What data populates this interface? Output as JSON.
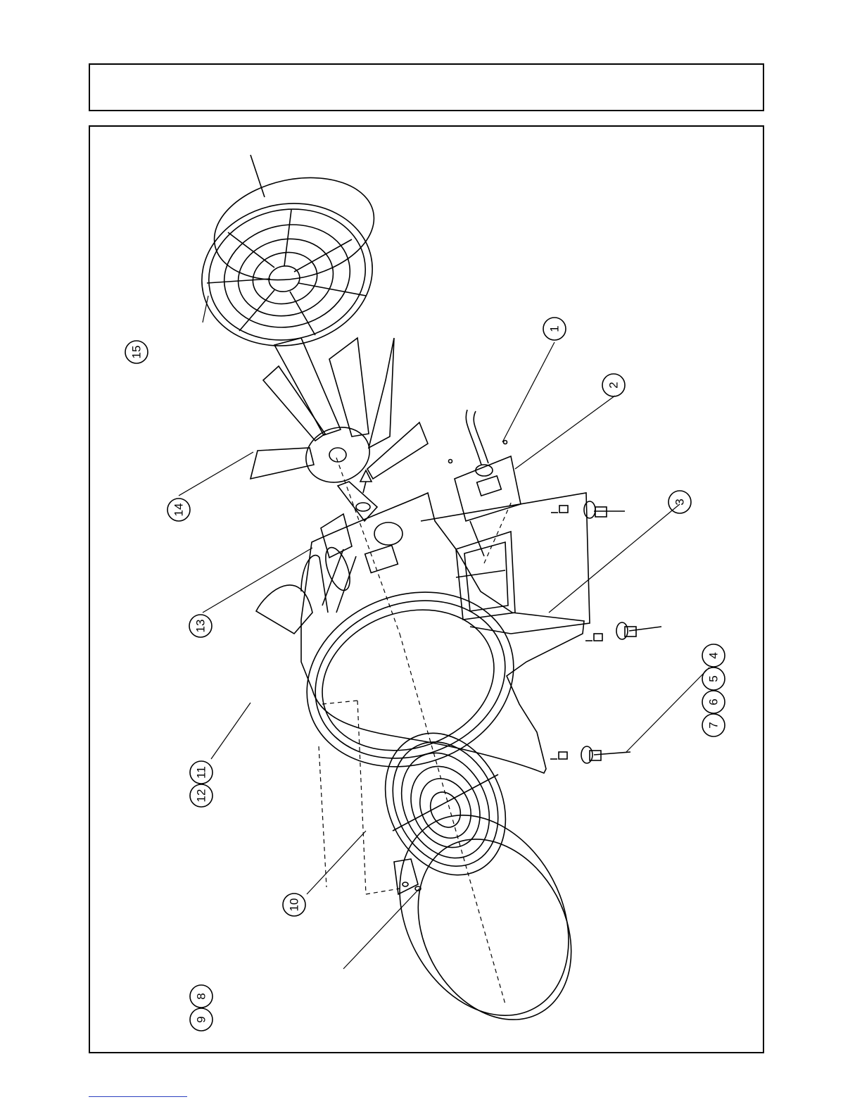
{
  "diagram": {
    "callouts": [
      {
        "id": "c1",
        "label": "1"
      },
      {
        "id": "c2",
        "label": "2"
      },
      {
        "id": "c3",
        "label": "3"
      },
      {
        "id": "c4",
        "label": "4"
      },
      {
        "id": "c5",
        "label": "5"
      },
      {
        "id": "c6",
        "label": "6"
      },
      {
        "id": "c7",
        "label": "7"
      },
      {
        "id": "c8",
        "label": "8"
      },
      {
        "id": "c9",
        "label": "9"
      },
      {
        "id": "c10",
        "label": "10"
      },
      {
        "id": "c11",
        "label": "11"
      },
      {
        "id": "c12",
        "label": "12"
      },
      {
        "id": "c13",
        "label": "13"
      },
      {
        "id": "c14",
        "label": "14"
      },
      {
        "id": "c15",
        "label": "15"
      }
    ]
  },
  "colors": {
    "line": "#000000",
    "link": "#2a3fbf"
  }
}
